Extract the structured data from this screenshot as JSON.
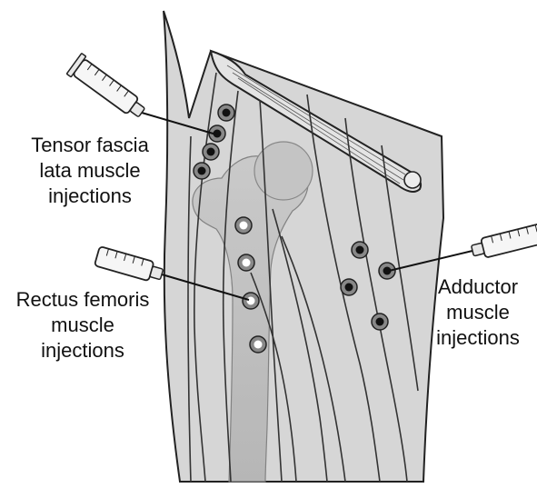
{
  "labels": {
    "tensor_fascia_lata": [
      "Tensor fascia",
      "lata muscle",
      "injections"
    ],
    "rectus_femoris": [
      "Rectus femoris",
      "muscle",
      "injections"
    ],
    "adductor": [
      "Adductor",
      "muscle",
      "injections"
    ]
  },
  "injection_sites": {
    "tensor_fascia_lata": {
      "count": 4,
      "marker": "black-dot"
    },
    "rectus_femoris": {
      "count": 4,
      "marker": "white-dot"
    },
    "adductor": {
      "count": 4,
      "marker": "black-dot"
    }
  },
  "syringes": 3,
  "colors": {
    "thigh_fill": "#d4d4d4",
    "bone_fill": "#bdbdbd",
    "outline": "#222222",
    "muscle_line": "#333333",
    "dark_marker": "#111111",
    "light_marker": "#ffffff"
  }
}
